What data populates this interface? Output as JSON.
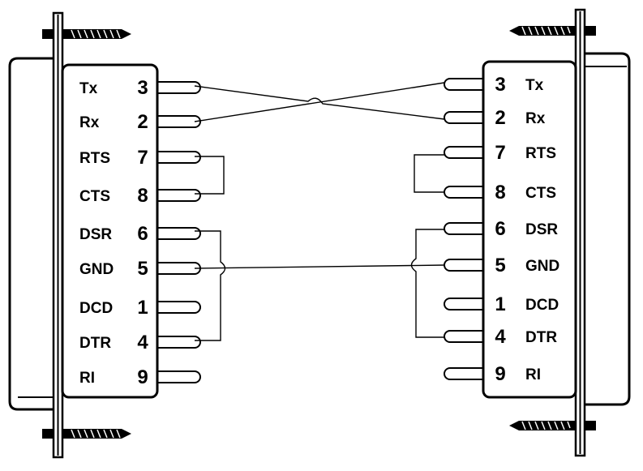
{
  "left_connector": {
    "pins": [
      {
        "signal": "Tx",
        "number": "3"
      },
      {
        "signal": "Rx",
        "number": "2"
      },
      {
        "signal": "RTS",
        "number": "7"
      },
      {
        "signal": "CTS",
        "number": "8"
      },
      {
        "signal": "DSR",
        "number": "6"
      },
      {
        "signal": "GND",
        "number": "5"
      },
      {
        "signal": "DCD",
        "number": "1"
      },
      {
        "signal": "DTR",
        "number": "4"
      },
      {
        "signal": "RI",
        "number": "9"
      }
    ]
  },
  "right_connector": {
    "pins": [
      {
        "signal": "Tx",
        "number": "3"
      },
      {
        "signal": "Rx",
        "number": "2"
      },
      {
        "signal": "RTS",
        "number": "7"
      },
      {
        "signal": "CTS",
        "number": "8"
      },
      {
        "signal": "DSR",
        "number": "6"
      },
      {
        "signal": "GND",
        "number": "5"
      },
      {
        "signal": "DCD",
        "number": "1"
      },
      {
        "signal": "DTR",
        "number": "4"
      },
      {
        "signal": "RI",
        "number": "9"
      }
    ]
  }
}
